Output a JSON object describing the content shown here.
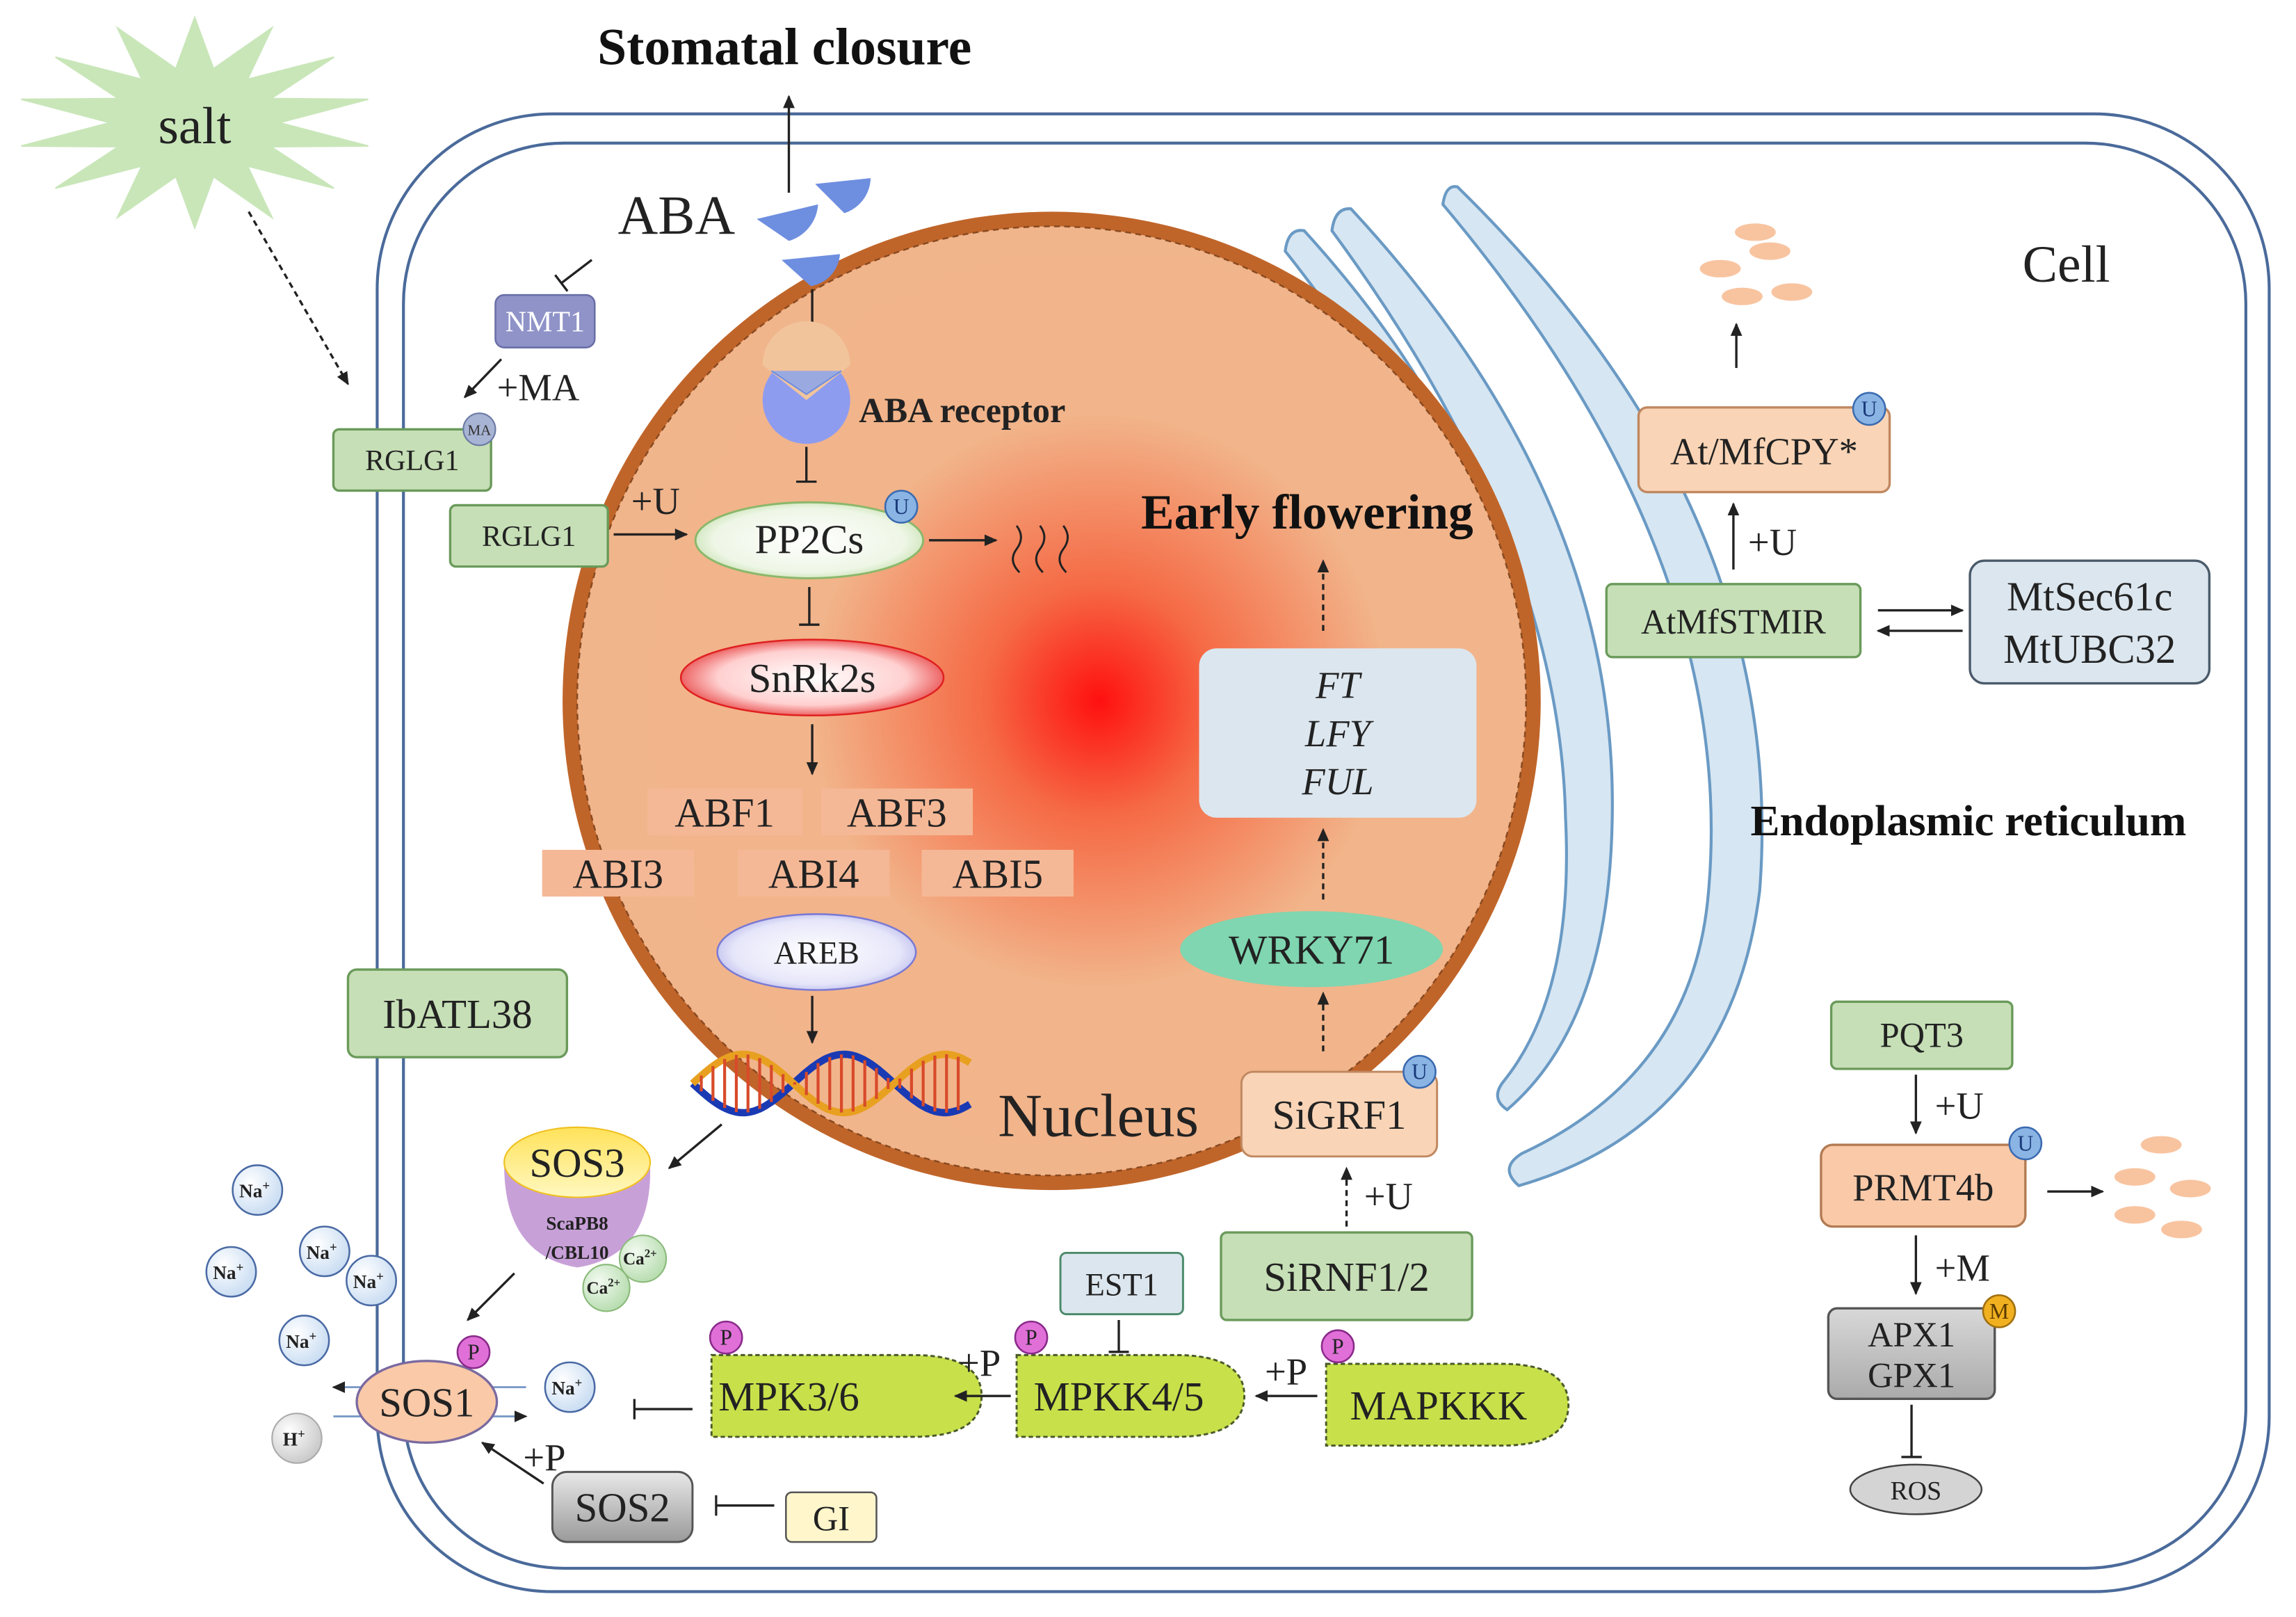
{
  "labels": {
    "salt": "salt",
    "stomatal_closure": "Stomatal closure",
    "aba": "ABA",
    "aba_receptor": "ABA receptor",
    "cell": "Cell",
    "early_flowering": "Early flowering",
    "endoplasmic_reticulum": "Endoplasmic reticulum",
    "nucleus": "Nucleus"
  },
  "nodes": {
    "nmt1": "NMT1",
    "rglg1_membrane": "RGLG1",
    "rglg1": "RGLG1",
    "pp2cs": "PP2Cs",
    "snrk2s": "SnRk2s",
    "abf1": "ABF1",
    "abf3": "ABF3",
    "abi3": "ABI3",
    "abi4": "ABI4",
    "abi5": "ABI5",
    "areb": "AREB",
    "ibatl38": "IbATL38",
    "sos3": "SOS3",
    "scapb8": "ScaPB8",
    "cbl10": "/CBL10",
    "sos1": "SOS1",
    "sos2": "SOS2",
    "gi": "GI",
    "est1": "EST1",
    "mpk36": "MPK3/6",
    "mpkk45": "MPKK4/5",
    "mapkkk": "MAPKKK",
    "sigrf1": "SiGRF1",
    "sirnf12": "SiRNF1/2",
    "wrky71": "WRKY71",
    "ft": "FT",
    "lfy": "LFY",
    "ful": "FUL",
    "atmfcpy": "At/MfCPY*",
    "atmfstmir": "AtMfSTMIR",
    "mtsec61c": "MtSec61c",
    "mtubc32": "MtUBC32",
    "pqt3": "PQT3",
    "prmt4b": "PRMT4b",
    "apx1": "APX1",
    "gpx1": "GPX1",
    "ros": "ROS"
  },
  "edge_labels": {
    "plus_ma": "+MA",
    "plus_u_pp2cs": "+U",
    "plus_u_sigrf1": "+U",
    "plus_u_atmfcpy": "+U",
    "plus_u_prmt4b": "+U",
    "plus_m": "+M",
    "plus_p_mpk": "+P",
    "plus_p_mpkk": "+P",
    "plus_p_sos2": "+P"
  },
  "badges": {
    "ubiquitin": "U",
    "phospho": "P",
    "methyl": "M",
    "myristoyl": "MA"
  },
  "ions": {
    "na": "Na",
    "na_sup": "+",
    "h": "H",
    "h_sup": "+",
    "ca": "Ca",
    "ca_sup": "2+"
  },
  "colors": {
    "membrane": "#4a6a9a",
    "nucleus_rim": "#c0652a",
    "nucleus_fill": "#f2b48a",
    "nucleus_core": "#ff1a1a",
    "green_box": "#c6dfb6",
    "green_border": "#6a9a5a",
    "orange_box": "#f9c9a8",
    "blue_box": "#dce6ee",
    "yellow_green": "#c8e04a",
    "er": "#d6e6f2",
    "ubiquitin": "#8ab4e4",
    "phospho": "#e070d8",
    "methyl": "#f0b020"
  }
}
